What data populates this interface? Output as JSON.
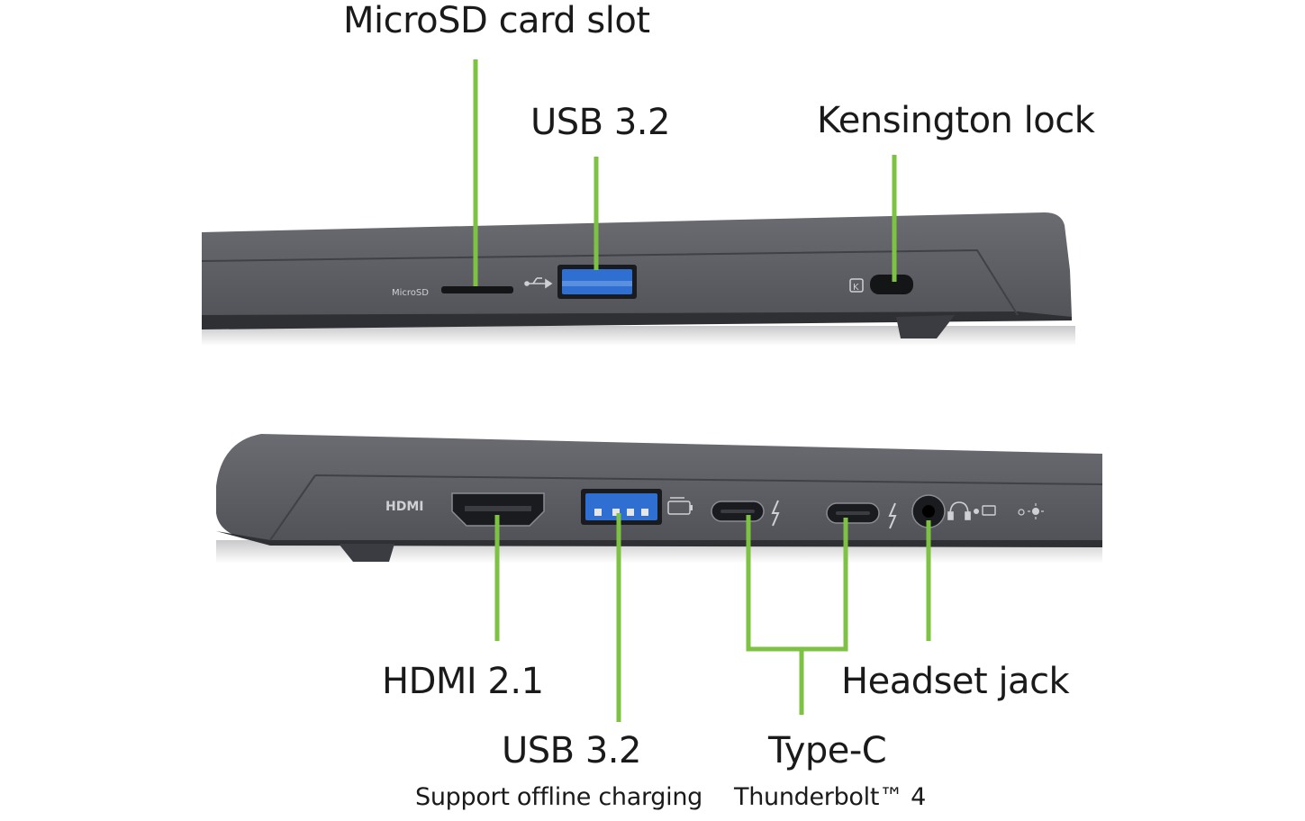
{
  "colors": {
    "leader_line": "#7dc242",
    "chassis": "#55575d",
    "chassis_dark": "#3b3d42",
    "port_blue": "#2f6fd1",
    "text": "#1a1a1a"
  },
  "top_view": {
    "labels": {
      "microsd": "MicroSD card slot",
      "usb": "USB 3.2",
      "kensington": "Kensington lock"
    },
    "engravings": {
      "microsd": "MicroSD"
    },
    "icons": [
      "microsd-slot-icon",
      "usb-symbol-icon",
      "usb-a-port-icon",
      "kensington-symbol-icon",
      "kensington-slot-icon"
    ]
  },
  "bottom_view": {
    "labels": {
      "hdmi": "HDMI 2.1",
      "usb": "USB 3.2",
      "usb_note": "Support offline charging",
      "typec": "Type-C",
      "typec_note": "Thunderbolt™ 4",
      "headset": "Headset jack"
    },
    "engravings": {
      "hdmi": "HDMI"
    },
    "icons": [
      "hdmi-port-icon",
      "usb-a-port-icon",
      "usb-charge-symbol-icon",
      "usb-c-port-icon",
      "thunderbolt-icon",
      "headset-jack-icon",
      "headset-symbol-icon",
      "battery-led-icon",
      "power-led-icon"
    ]
  }
}
